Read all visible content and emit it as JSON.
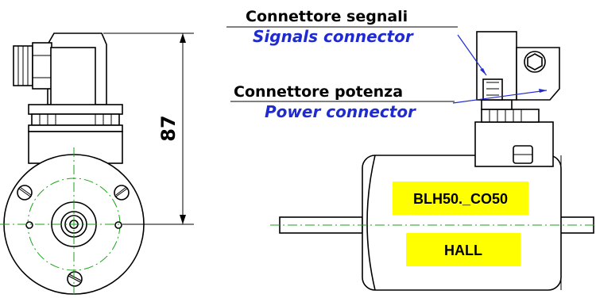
{
  "labels": {
    "signals_it": "Connettore segnali",
    "signals_en": "Signals connector",
    "power_it": "Connettore potenza",
    "power_en": "Power connector"
  },
  "dimension": {
    "height_value": "87"
  },
  "nameplate": {
    "model": "BLH50._CO50",
    "sensor": "HALL"
  },
  "colors": {
    "label_blue": "#1f2bd0",
    "centerline_green": "#17a317",
    "plate_yellow": "#ffff00"
  }
}
